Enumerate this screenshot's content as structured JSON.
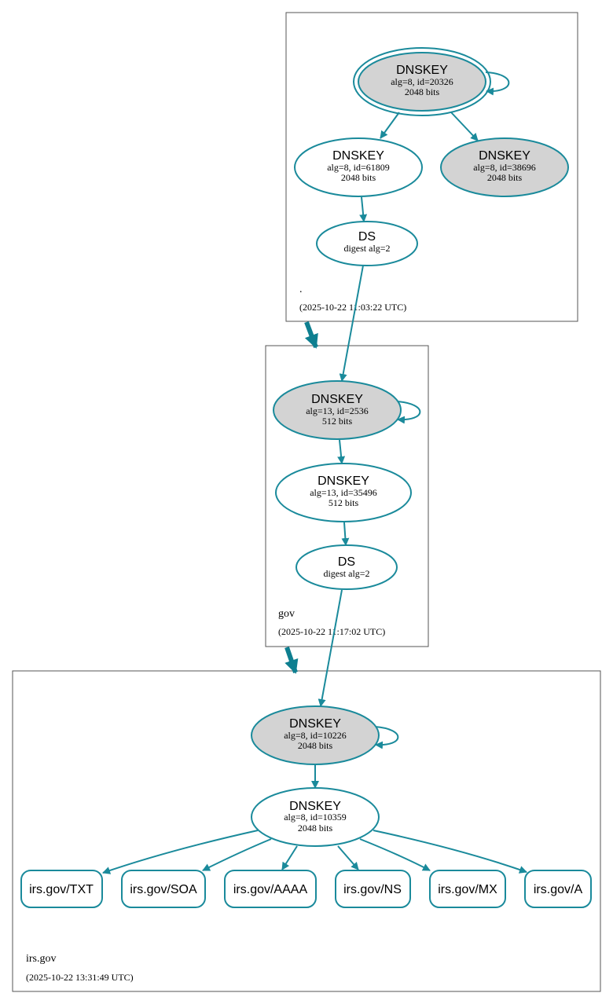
{
  "colors": {
    "edge": "#1a8a9b",
    "delegation": "#0e7f90",
    "selfSigned": "#d3d3d3",
    "box": "#555555"
  },
  "zones": [
    {
      "name": ".",
      "timestamp": "(2025-10-22 11:03:22 UTC)"
    },
    {
      "name": "gov",
      "timestamp": "(2025-10-22 11:17:02 UTC)"
    },
    {
      "name": "irs.gov",
      "timestamp": "(2025-10-22 13:31:49 UTC)"
    }
  ],
  "nodes": {
    "root_ksk": {
      "title": "DNSKEY",
      "line1": "alg=8, id=20326",
      "line2": "2048 bits"
    },
    "root_zsk": {
      "title": "DNSKEY",
      "line1": "alg=8, id=61809",
      "line2": "2048 bits"
    },
    "root_ksk2": {
      "title": "DNSKEY",
      "line1": "alg=8, id=38696",
      "line2": "2048 bits"
    },
    "root_ds": {
      "title": "DS",
      "line1": "digest alg=2"
    },
    "gov_ksk": {
      "title": "DNSKEY",
      "line1": "alg=13, id=2536",
      "line2": "512 bits"
    },
    "gov_zsk": {
      "title": "DNSKEY",
      "line1": "alg=13, id=35496",
      "line2": "512 bits"
    },
    "gov_ds": {
      "title": "DS",
      "line1": "digest alg=2"
    },
    "irs_ksk": {
      "title": "DNSKEY",
      "line1": "alg=8, id=10226",
      "line2": "2048 bits"
    },
    "irs_zsk": {
      "title": "DNSKEY",
      "line1": "alg=8, id=10359",
      "line2": "2048 bits"
    }
  },
  "records": [
    "irs.gov/TXT",
    "irs.gov/SOA",
    "irs.gov/AAAA",
    "irs.gov/NS",
    "irs.gov/MX",
    "irs.gov/A"
  ]
}
